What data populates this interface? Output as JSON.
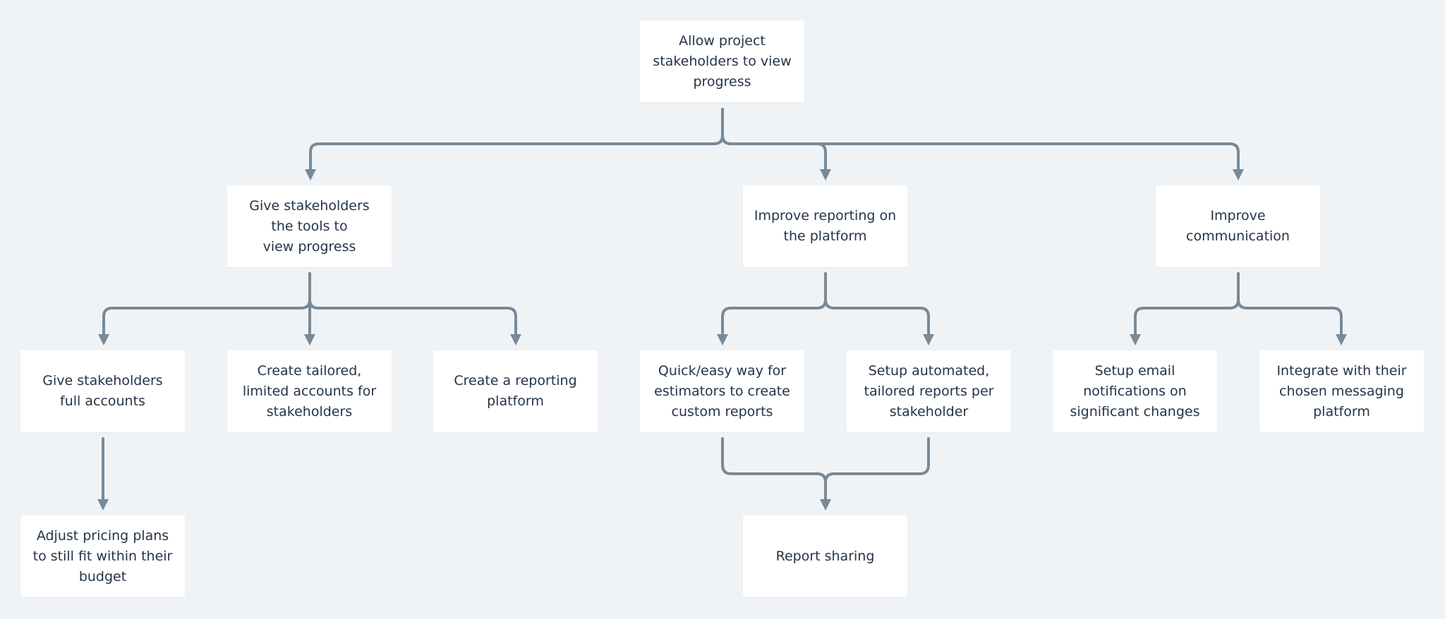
{
  "diagram": {
    "colors": {
      "background": "#f0f3f6",
      "box": "#ffffff",
      "text": "#243447",
      "connector": "#788a98"
    },
    "nodes": {
      "root": "Allow project\nstakeholders to view\nprogress",
      "tools": "Give stakeholders\nthe tools to\nview progress",
      "reporting": "Improve reporting on\nthe platform",
      "communication": "Improve\ncommunication",
      "full_accounts": "Give stakeholders\nfull accounts",
      "tailored_accounts": "Create tailored,\nlimited accounts for\nstakeholders",
      "reporting_platform": "Create a reporting\nplatform",
      "quick_reports": "Quick/easy way for\nestimators to create\ncustom reports",
      "automated_reports": "Setup automated,\ntailored reports per\nstakeholder",
      "email_notifications": "Setup email\nnotifications on\nsignificant changes",
      "messaging": "Integrate with their\nchosen messaging\nplatform",
      "pricing": "Adjust pricing plans\nto still fit within their\nbudget",
      "report_sharing": "Report sharing"
    }
  }
}
